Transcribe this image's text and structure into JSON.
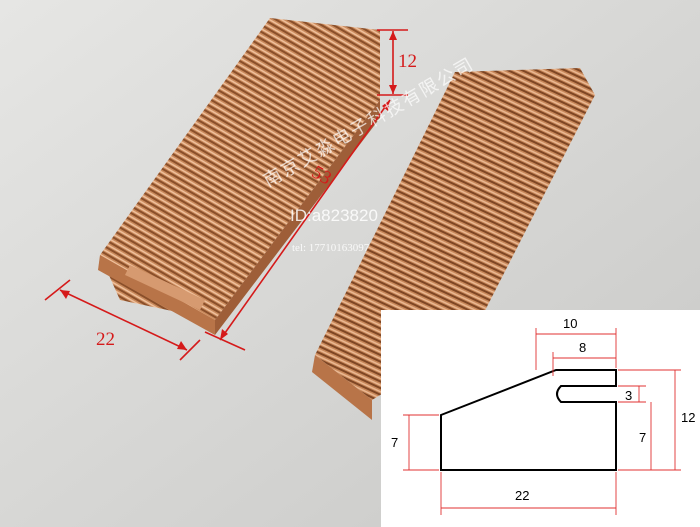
{
  "photo": {
    "dimension_labels": {
      "height": "12",
      "length": "53",
      "width": "22"
    },
    "watermark": {
      "company": "南京艾淼电子科技有限公司",
      "id": "ID:a823820",
      "tel": "tel: 17710163097"
    }
  },
  "drawing": {
    "dims": {
      "top_outer": "10",
      "top_inner": "8",
      "left_height": "7",
      "slot": "3",
      "right_lower": "7",
      "total_height": "12",
      "base_width": "22"
    }
  },
  "colors": {
    "copper": "#c98a5c",
    "copper_dark": "#8a4f2a",
    "dim_red": "#d51a1a",
    "drawing_red": "#e03030"
  }
}
